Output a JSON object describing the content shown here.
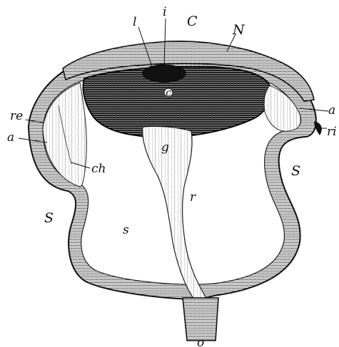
{
  "figure": {
    "labels": {
      "l": "l",
      "i": "i",
      "C": "C",
      "N": "N",
      "c": "c",
      "re_left": "re",
      "a_left": "a",
      "ch": "ch",
      "a_right": "a",
      "ri": "ri",
      "g": "g",
      "S_left": "S",
      "S_right": "S",
      "s": "s",
      "r": "r",
      "o": "o"
    }
  }
}
